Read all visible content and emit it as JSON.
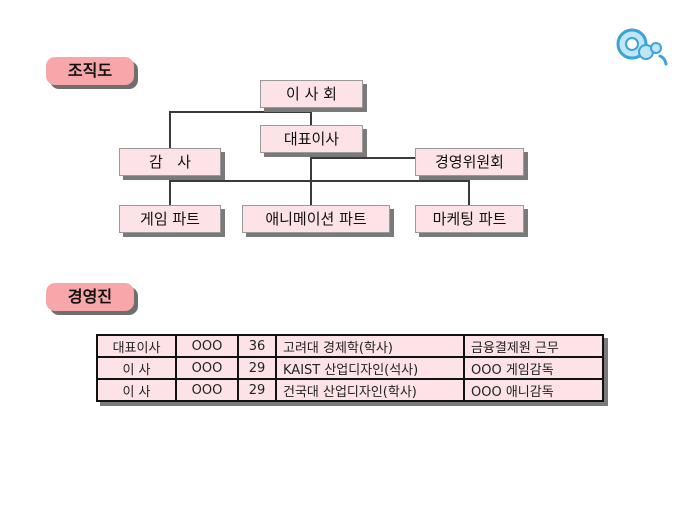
{
  "sections": {
    "org_label": "조직도",
    "exec_label": "경영진"
  },
  "org": {
    "board": "이 사 회",
    "ceo": "대표이사",
    "audit": "감   사",
    "committee": "경영위원회",
    "game_part": "게임 파트",
    "anim_part": "애니메이션 파트",
    "marketing_part": "마케팅 파트"
  },
  "executives": [
    [
      "대표이사",
      "ΟΟΟ",
      "36",
      "고려대 경제학(학사)",
      "금융결제원 근무"
    ],
    [
      "이 사",
      "ΟΟΟ",
      "29",
      "KAIST 산업디자인(석사)",
      "ΟΟΟ 게임감독"
    ],
    [
      "이 사",
      "ΟΟΟ",
      "29",
      "건국대 산업디자인(학사)",
      "ΟΟΟ 애니감독"
    ]
  ],
  "logo": {
    "icon": "bubble-logo-icon",
    "colors": {
      "primary": "#3aa3d8",
      "light": "#bfe6f7"
    }
  },
  "colors": {
    "tag_fill": "#f7a7a9",
    "box_fill": "#fde3e7",
    "shadow": "#7a7a7a"
  }
}
